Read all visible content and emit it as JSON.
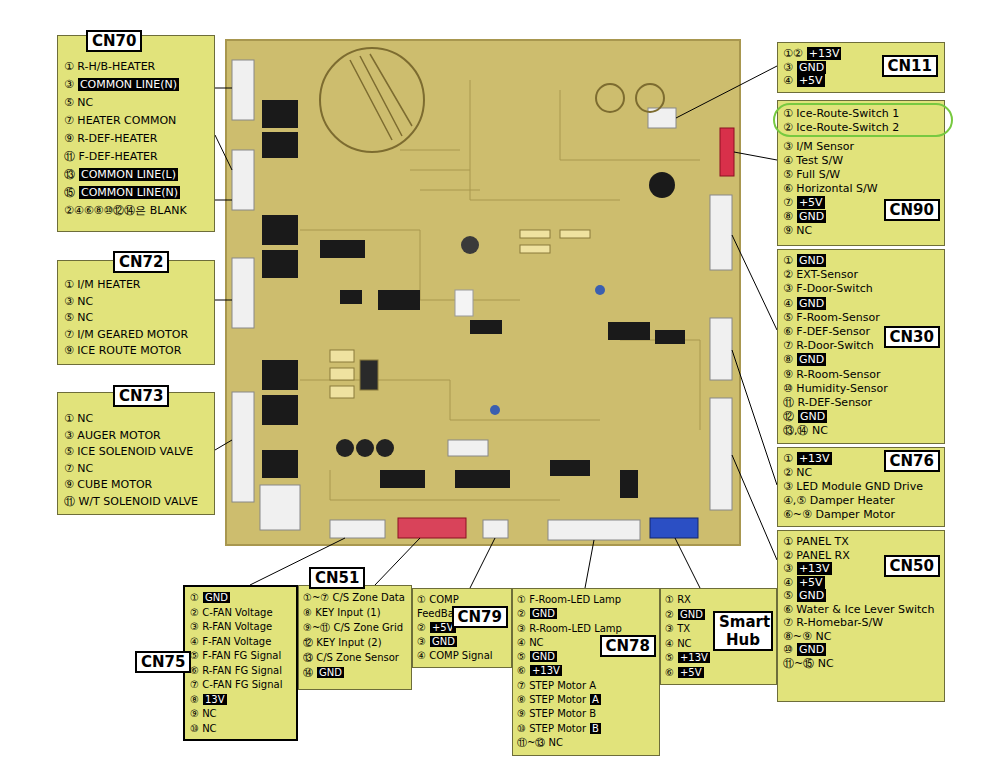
{
  "diagram": {
    "nodes": [
      {
        "text": [
          "CN70",
          "① R-H/B-HEATER",
          "③",
          "COMMON LINE(N)",
          "⑤ NC",
          "⑦ HEATER COMMON",
          "⑨ R-DEF-HEATER",
          "⑪ F-DEF-HEATER",
          "⑬",
          "COMMON LINE(L)",
          "⑮",
          "COMMON LINE(N)",
          "②④⑥⑧⑩⑫⑭은 BLANK"
        ]
      },
      {
        "text": [
          "CN72",
          "① I/M HEATER",
          "③ NC",
          "⑤ NC",
          "⑦ I/M GEARED MOTOR",
          "⑨ ICE ROUTE MOTOR"
        ]
      },
      {
        "text": [
          "CN73",
          "① NC",
          "③ AUGER MOTOR",
          "⑤ ICE SOLENOID VALVE",
          "⑦ NC",
          "⑨ CUBE MOTOR",
          "⑪ W/T SOLENOID VALVE"
        ]
      },
      {
        "text": [
          "CN11",
          "①②",
          "+13V",
          "③",
          "GND",
          "④",
          "+5V"
        ]
      },
      {
        "text": [
          "CN90",
          "① Ice-Route-Switch 1",
          "② Ice-Route-Switch 2",
          "③ I/M Sensor",
          "④ Test S/W",
          "⑤ Full S/W",
          "⑥ Horizontal S/W",
          "⑦",
          "+5V",
          "⑧",
          "GND",
          "⑨ NC"
        ]
      },
      {
        "text": [
          "CN30",
          "①",
          "GND",
          "② EXT-Sensor",
          "③ F-Door-Switch",
          "④",
          "GND",
          "⑤ F-Room-Sensor",
          "⑥ F-DEF-Sensor",
          "⑦ R-Door-Switch",
          "⑧",
          "GND",
          "⑨ R-Room-Sensor",
          "⑩ Humidity-Sensor",
          "⑪ R-DEF-Sensor",
          "⑫",
          "GND",
          "⑬,⑭ NC"
        ]
      },
      {
        "text": [
          "CN76",
          "①",
          "+13V",
          "② NC",
          "③ LED Module GND Drive",
          "④,⑤ Damper Heater",
          "⑥~⑨ Damper Motor"
        ]
      },
      {
        "text": [
          "CN50",
          "① PANEL TX",
          "② PANEL RX",
          "③",
          "+13V",
          "④",
          "+5V",
          "⑤",
          "GND",
          "⑥ Water & Ice Lever Switch",
          "⑦ R-Homebar-S/W",
          "⑧~⑨ NC",
          "⑩",
          "GND",
          "⑪~⑮ NC"
        ]
      },
      {
        "text": [
          "CN75",
          "①",
          "GND",
          "② C-FAN Voltage",
          "③ R-FAN Voltage",
          "④ F-FAN Voltage",
          "⑤ F-FAN FG Signal",
          "⑥ R-FAN FG Signal",
          "⑦ C-FAN FG Signal",
          "⑧",
          "13V",
          "⑨ NC",
          "⑩ NC"
        ]
      },
      {
        "text": [
          "CN51",
          "①~⑦ C/S Zone Data",
          "⑧ KEY Input (1)",
          "⑨~⑪ C/S Zone Grid",
          "⑫ KEY Input (2)",
          "⑬ C/S Zone Sensor",
          "⑭",
          "GND"
        ]
      },
      {
        "text": [
          "CN79",
          "① COMP FeedBack",
          "②",
          "+5V",
          "③",
          "GND",
          "④ COMP Signal"
        ]
      },
      {
        "text": [
          "CN78",
          "① F-Room-LED Lamp",
          "②",
          "GND",
          "③ R-Room-LED Lamp",
          "④ NC",
          "⑤",
          "GND",
          "⑥",
          "+13V",
          "⑦ STEP Motor A",
          "⑧ STEP Motor",
          "A",
          "⑨ STEP Motor B",
          "⑩ STEP Motor",
          "B",
          "⑪~⑬ NC"
        ]
      },
      {
        "text": [
          "Smart Hub",
          "① RX",
          "②",
          "GND",
          "③ TX",
          "④ NC",
          "⑤",
          "+13V",
          "⑥",
          "+5V"
        ]
      }
    ]
  }
}
